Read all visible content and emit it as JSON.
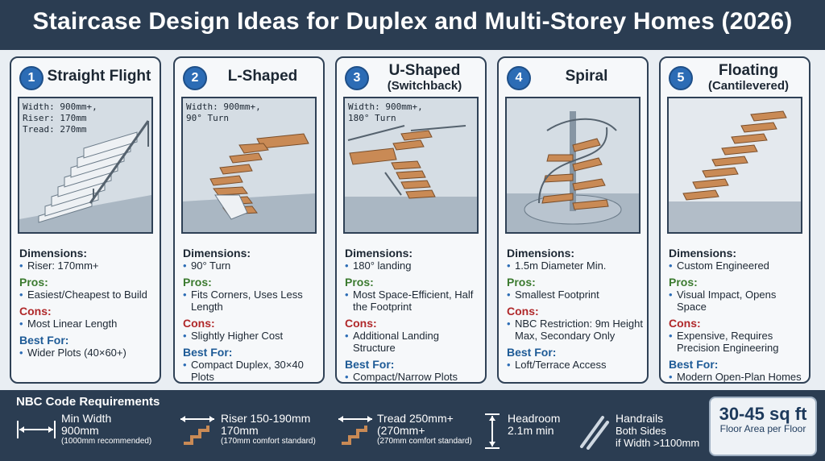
{
  "title": "Staircase Design Ideas for Duplex and Multi-Storey Homes (2026)",
  "colors": {
    "header_bg": "#2b3d52",
    "accent": "#2c6cb5",
    "pros": "#3b7a2f",
    "cons": "#b0282a",
    "best": "#1d5a96",
    "wood": "#c98a55"
  },
  "cards": [
    {
      "num": "1",
      "title": "Straight Flight",
      "subtitle": "",
      "spec": "Width: 900mm+,\nRiser: 170mm\nTread: 270mm",
      "dims_h": "Dimensions:",
      "dims": "Riser: 170mm+",
      "pros_h": "Pros:",
      "pros": "Easiest/Cheapest to Build",
      "cons_h": "Cons:",
      "cons": "Most Linear Length",
      "best_h": "Best For:",
      "best": "Wider Plots (40×60+)"
    },
    {
      "num": "2",
      "title": "L-Shaped",
      "subtitle": "",
      "spec": "Width: 900mm+,\n90° Turn",
      "dims_h": "Dimensions:",
      "dims": "90° Turn",
      "pros_h": "Pros:",
      "pros": "Fits Corners, Uses Less Length",
      "cons_h": "Cons:",
      "cons": "Slightly Higher Cost",
      "best_h": "Best For:",
      "best": "Compact Duplex, 30×40 Plots"
    },
    {
      "num": "3",
      "title": "U-Shaped",
      "subtitle": "(Switchback)",
      "spec": "Width: 900mm+,\n180° Turn",
      "dims_h": "Dimensions:",
      "dims": "180° landing",
      "pros_h": "Pros:",
      "pros": "Most Space-Efficient, Half the Footprint",
      "cons_h": "Cons:",
      "cons": "Additional Landing Structure",
      "best_h": "Best For:",
      "best": "Compact/Narrow Plots"
    },
    {
      "num": "4",
      "title": "Spiral",
      "subtitle": "",
      "spec": "",
      "dims_h": "Dimensions:",
      "dims": "1.5m Diameter Min.",
      "pros_h": "Pros:",
      "pros": "Smallest Footprint",
      "cons_h": "Cons:",
      "cons": "NBC Restriction: 9m Height Max, Secondary Only",
      "best_h": "Best For:",
      "best": "Loft/Terrace Access"
    },
    {
      "num": "5",
      "title": "Floating",
      "subtitle": "(Cantilevered)",
      "spec": "",
      "dims_h": "Dimensions:",
      "dims": "Custom Engineered",
      "pros_h": "Pros:",
      "pros": "Visual Impact, Opens Space",
      "cons_h": "Cons:",
      "cons": "Expensive, Requires Precision Engineering",
      "best_h": "Best For:",
      "best": "Modern Open-Plan Homes"
    }
  ],
  "footer": {
    "title": "NBC Code Requirements",
    "reqs": [
      {
        "icon": "width-arrow-icon",
        "a1": "Min Width",
        "a2": "900mm",
        "b": "(1000mm recommended)"
      },
      {
        "icon": "riser-stairs-icon",
        "a1": "Riser 150-190mm",
        "a2": "170mm",
        "b": "(170mm comfort standard)"
      },
      {
        "icon": "tread-stairs-icon",
        "a1": "Tread 250mm+",
        "a2": "(270mm+",
        "b": "(270mm comfort standard)"
      },
      {
        "icon": "headroom-arrow-icon",
        "a1": "Headroom",
        "a2": "2.1m min",
        "b": ""
      },
      {
        "icon": "handrail-icon",
        "a1": "Handrails",
        "a2": "Both Sides",
        "a3": "if Width >1100mm"
      }
    ],
    "area_value": "30-45 sq ft",
    "area_label": "Floor Area per Floor"
  }
}
